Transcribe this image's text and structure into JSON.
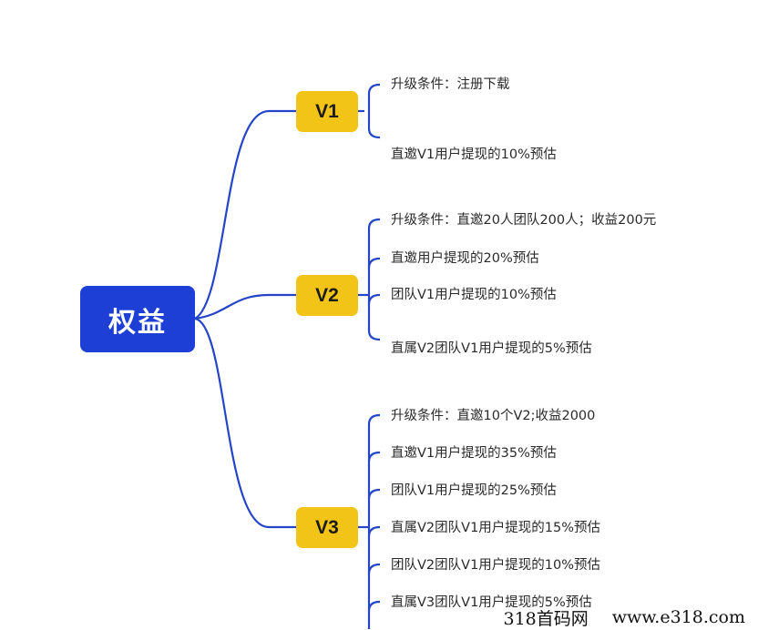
{
  "root": {
    "label": "权益"
  },
  "tiers": [
    {
      "label": "V1",
      "items": [
        "升级条件：注册下载",
        "直邀V1用户提现的10%预估"
      ]
    },
    {
      "label": "V2",
      "items": [
        "升级条件：直邀20人团队200人；收益200元",
        "直邀用户提现的20%预估",
        "团队V1用户提现的10%预估",
        "直属V2团队V1用户提现的5%预估"
      ]
    },
    {
      "label": "V3",
      "items": [
        "升级条件：直邀10个V2;收益2000",
        "直邀V1用户提现的35%预估",
        "团队V1用户提现的25%预估",
        "直属V2团队V1用户提现的15%预估",
        "团队V2团队V1用户提现的10%预估",
        "直属V3团队V1用户提现的5%预估"
      ]
    }
  ],
  "watermark": {
    "left": "318首码网",
    "right": "www.e318.com"
  },
  "colors": {
    "root": "#1d3fd6",
    "tier": "#f2c418",
    "connector": "#2445c8"
  }
}
